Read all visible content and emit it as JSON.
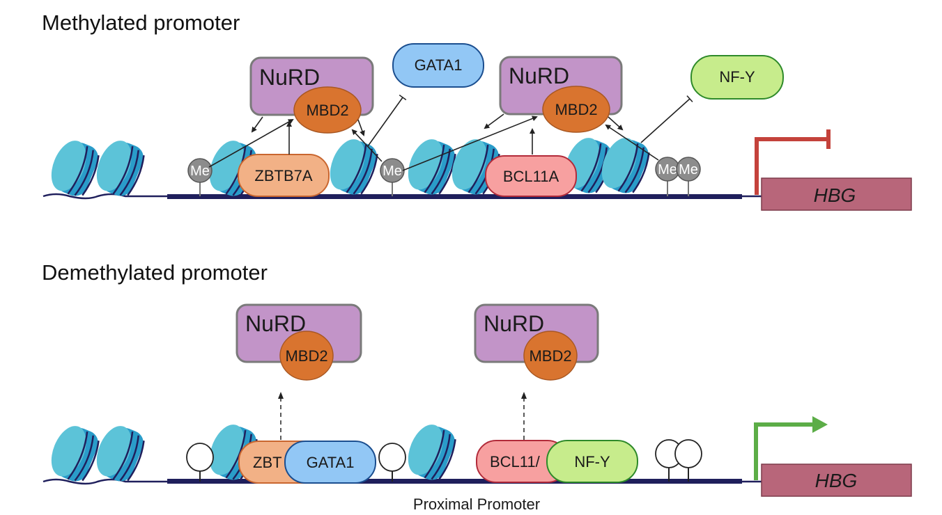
{
  "panels": [
    {
      "id": "methylated",
      "title": "Methylated promoter",
      "complexes": [
        {
          "label": "NuRD",
          "subunit": "MBD2"
        },
        {
          "label": "NuRD",
          "subunit": "MBD2"
        }
      ],
      "factors": {
        "zbtb7a": "ZBTB7A",
        "gata1": "GATA1",
        "bcl11a": "BCL11A",
        "nfy": "NF-Y"
      },
      "methyl_mark": "Me",
      "gene": "HBG",
      "transcription_state": "repressed"
    },
    {
      "id": "demethylated",
      "title": "Demethylated promoter",
      "complexes": [
        {
          "label": "NuRD",
          "subunit": "MBD2"
        },
        {
          "label": "NuRD",
          "subunit": "MBD2"
        }
      ],
      "factors": {
        "zbtb7a": "ZBT",
        "gata1": "GATA1",
        "bcl11a": "BCL11/",
        "nfy": "NF-Y"
      },
      "gene": "HBG",
      "transcription_state": "active",
      "region_caption": "Proximal Promoter"
    }
  ],
  "colors": {
    "nurd_fill": "#c294c8",
    "nurd_stroke": "#7a7a7a",
    "mbd2_fill": "#d9742f",
    "zbtb7a_fill": "#f2b186",
    "gata1_fill": "#92c7f5",
    "bcl11a_fill": "#f7a0a0",
    "nfy_fill": "#c7ec8c",
    "gene_fill": "#b8667a",
    "dna": "#1f1f5c",
    "nucleosome_light": "#5cc3d8",
    "nucleosome_dark": "#2a9cc9",
    "methyl_fill": "#8c8c8c",
    "repress_arrow": "#c4423b",
    "active_arrow": "#5cad47"
  }
}
